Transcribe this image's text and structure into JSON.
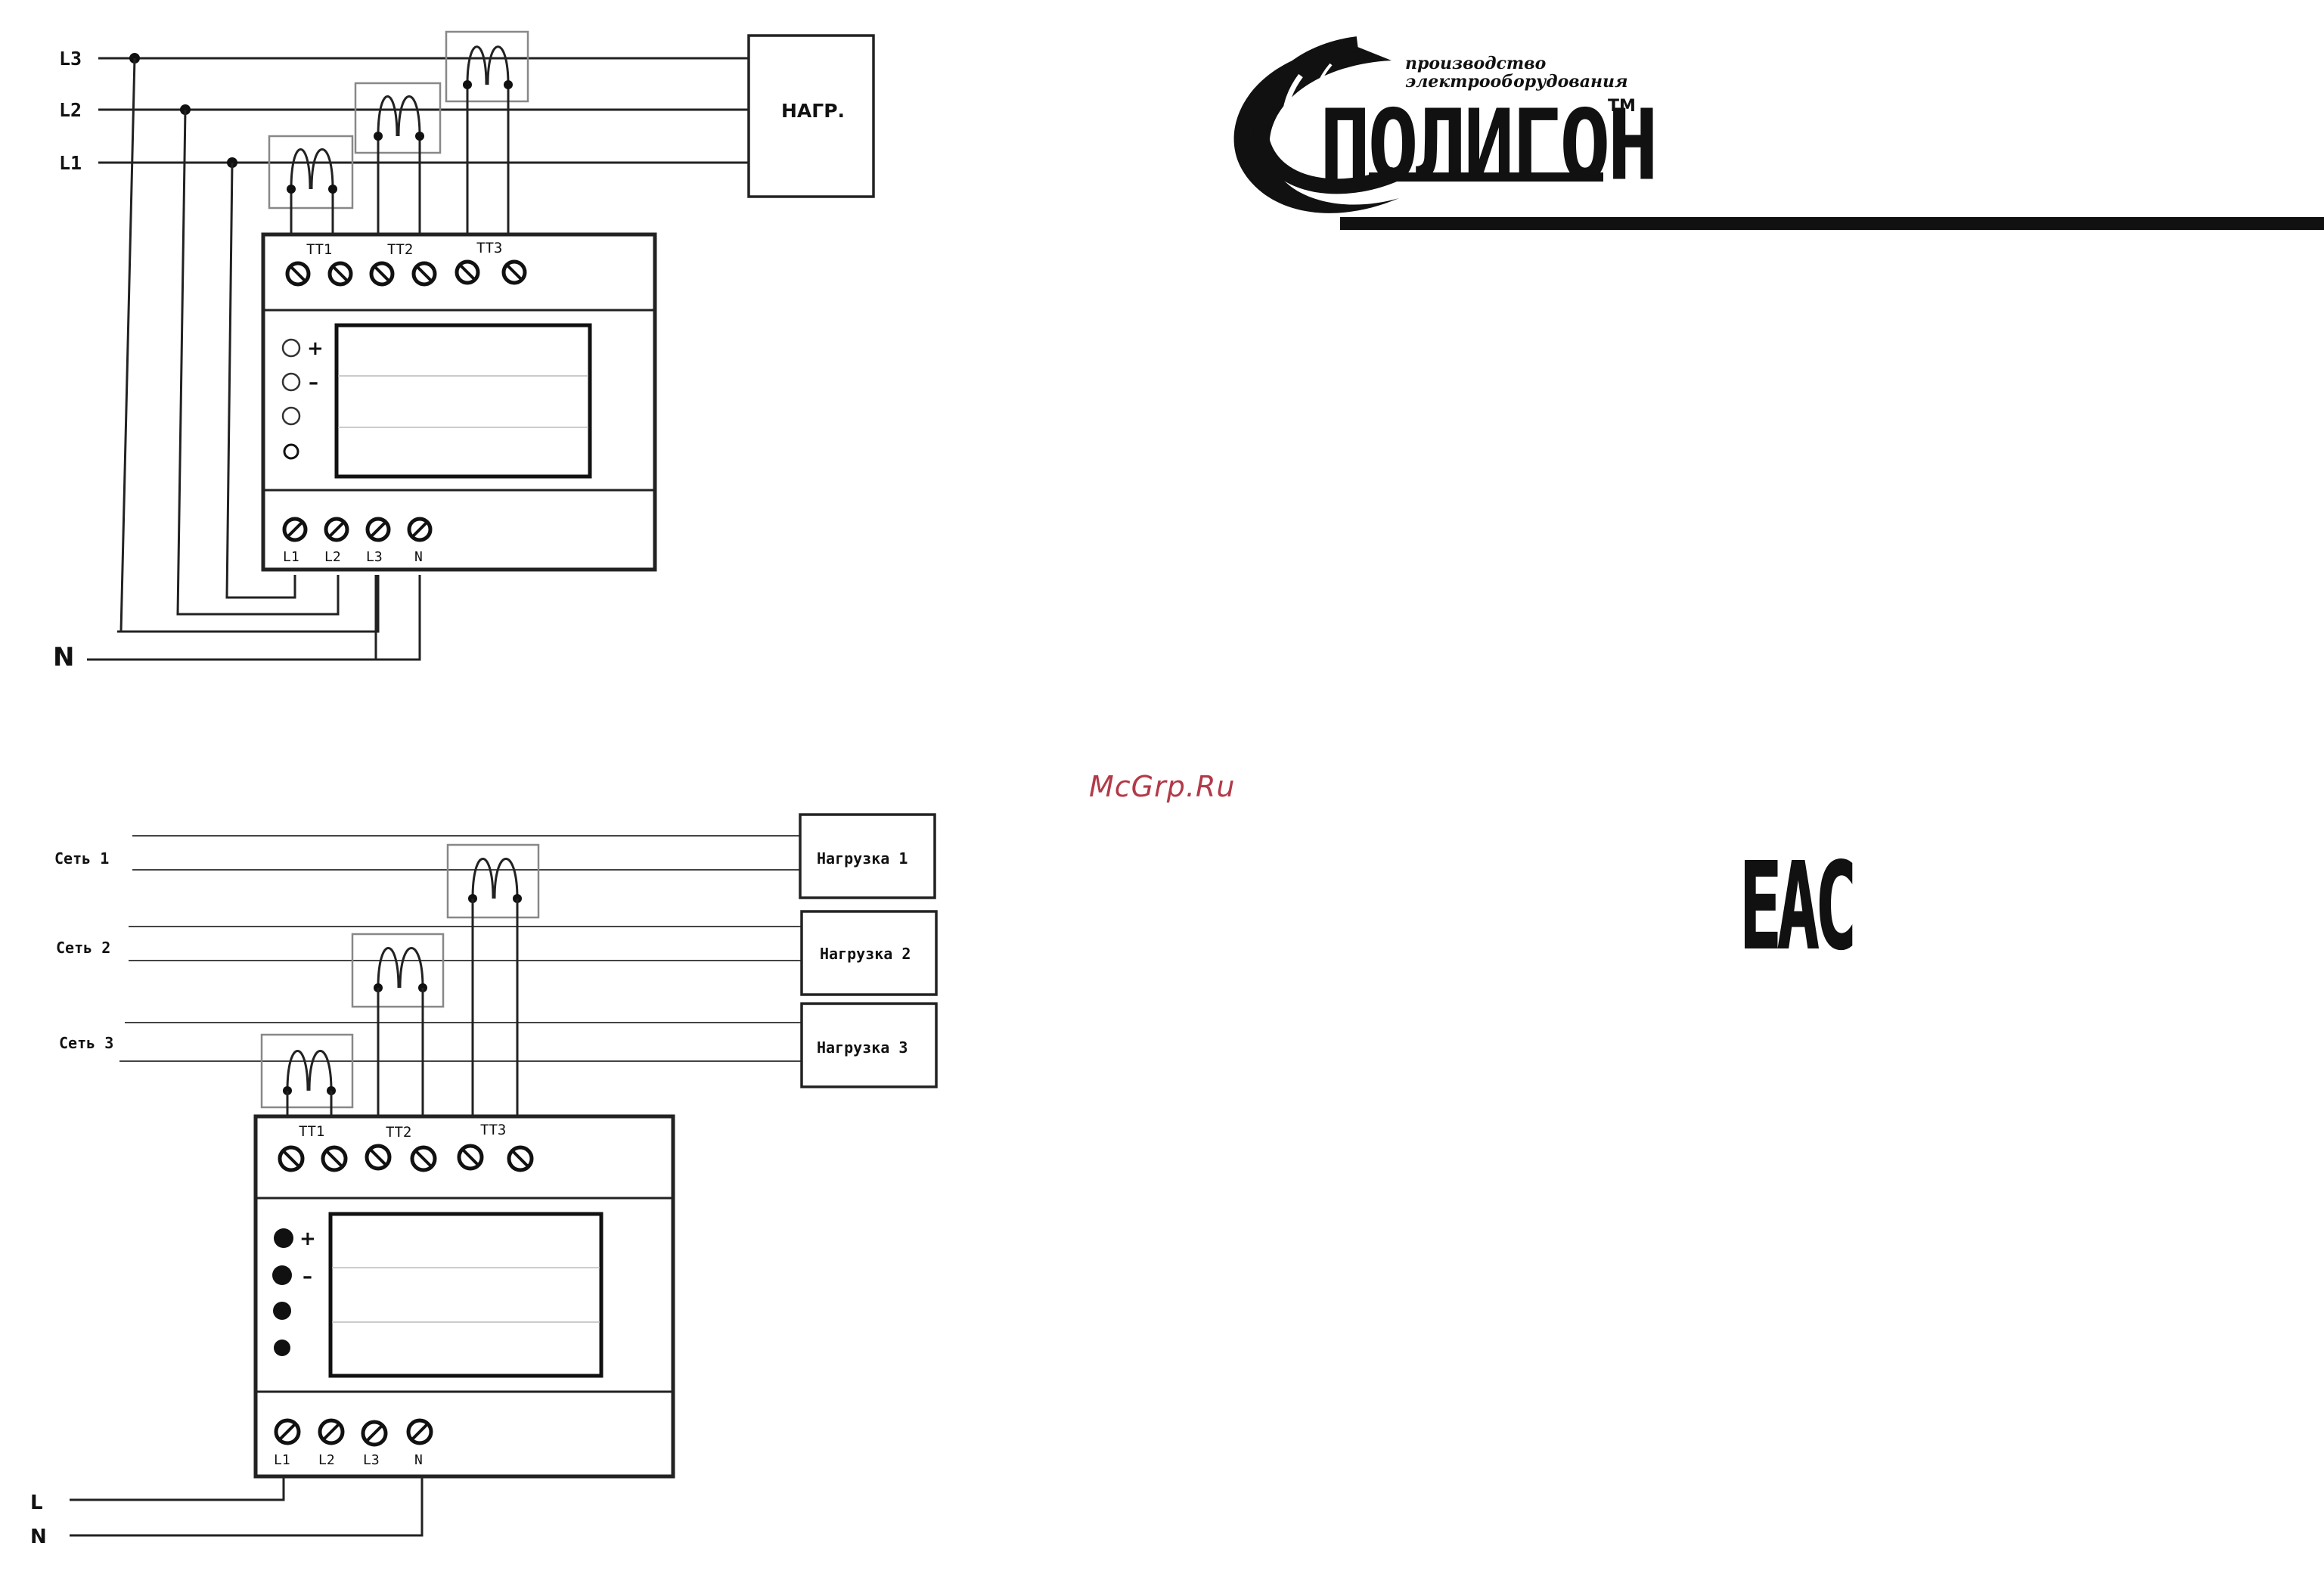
{
  "diagram_top": {
    "lines": [
      "L3",
      "L2",
      "L1"
    ],
    "neutral": "N",
    "load_label": "НАГР.",
    "ct_labels": [
      "TT1",
      "TT2",
      "TT3"
    ],
    "led_labels": [
      "+",
      "–"
    ],
    "terminal_labels": [
      "L1",
      "L2",
      "L3",
      "N"
    ]
  },
  "diagram_bottom": {
    "networks": [
      "Сеть 1",
      "Сеть 2",
      "Сеть 3"
    ],
    "loads": [
      "Нагрузка 1",
      "Нагрузка 2",
      "Нагрузка 3"
    ],
    "ct_labels": [
      "TT1",
      "TT2",
      "TT3"
    ],
    "led_labels": [
      "+",
      "–"
    ],
    "terminal_labels": [
      "L1",
      "L2",
      "L3",
      "N"
    ],
    "supply": [
      "L",
      "N"
    ]
  },
  "logo": {
    "tagline_1": "производство",
    "tagline_2": "электрооборудования",
    "name": "ПОЛИГОН",
    "trademark": "TM"
  },
  "watermark": "McGrp.Ru",
  "certification_mark": "EAC"
}
